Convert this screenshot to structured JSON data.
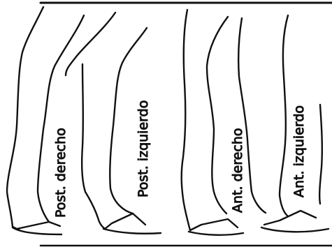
{
  "labels": {
    "post_derecho": "Post. derecho",
    "post_izquierdo": "Post. izquierdo",
    "ant_derecho": "Ant. derecho",
    "ant_izquierdo": "Ant. izquierdo"
  },
  "colors": {
    "ink": "#111111",
    "paper": "#ffffff"
  }
}
